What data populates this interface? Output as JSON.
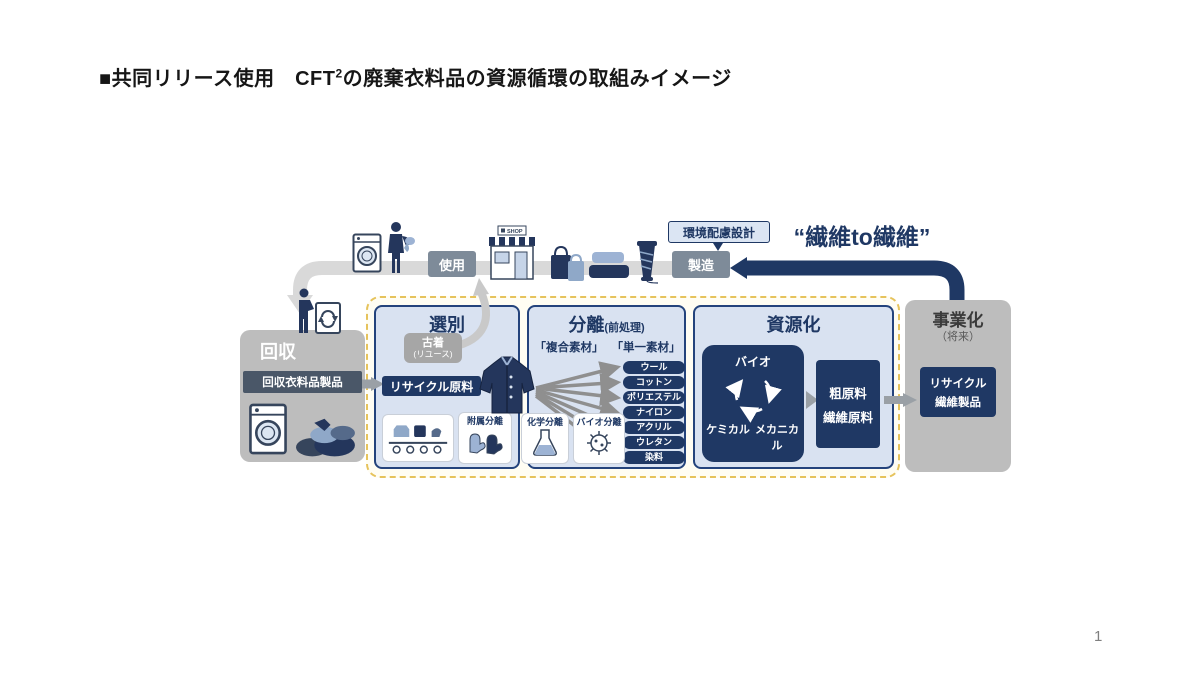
{
  "page": {
    "title_prefix": "■共同リリース使用　CFT",
    "title_sup": "2",
    "title_suffix": "の廃棄衣料品の資源循環の取組みイメージ",
    "page_number": "1"
  },
  "colors": {
    "navy": "#1f3864",
    "panel_light_blue": "#d9e2f1",
    "panel_gray": "#bdbdbd",
    "band_gray": "#d9d9d9",
    "dashed_border_yellow": "#e6c35c",
    "chip_gray": "#7e8b99"
  },
  "top_flow": {
    "use": "使用",
    "manufacture": "製造",
    "eco_design": "環境配慮設計",
    "slogan": "“繊維to繊維”",
    "shop_sign": "SHOP"
  },
  "collection": {
    "title": "回収",
    "product": "回収衣料品製品"
  },
  "sorting": {
    "title": "選別",
    "reuse_line1": "古着",
    "reuse_line2": "(リユース)",
    "recycle_material": "リサイクル原料",
    "accessory_separation": "附属分離"
  },
  "separation": {
    "title": "分離",
    "title_note": "(前処理)",
    "composite": "「複合素材」",
    "single": "「単一素材」",
    "materials": [
      "ウール",
      "コットン",
      "ポリエステル",
      "ナイロン",
      "アクリル",
      "ウレタン",
      "染料"
    ],
    "chemical_separation": "化学分離",
    "bio_separation": "バイオ分離"
  },
  "resource": {
    "title": "資源化",
    "bio": "バイオ",
    "chemical": "ケミカル",
    "mechanical": "メカニカル",
    "raw_line1": "粗原料",
    "raw_line2": "繊維原料"
  },
  "business": {
    "title": "事業化",
    "note": "（将来）",
    "product_line1": "リサイクル",
    "product_line2": "繊維製品"
  }
}
